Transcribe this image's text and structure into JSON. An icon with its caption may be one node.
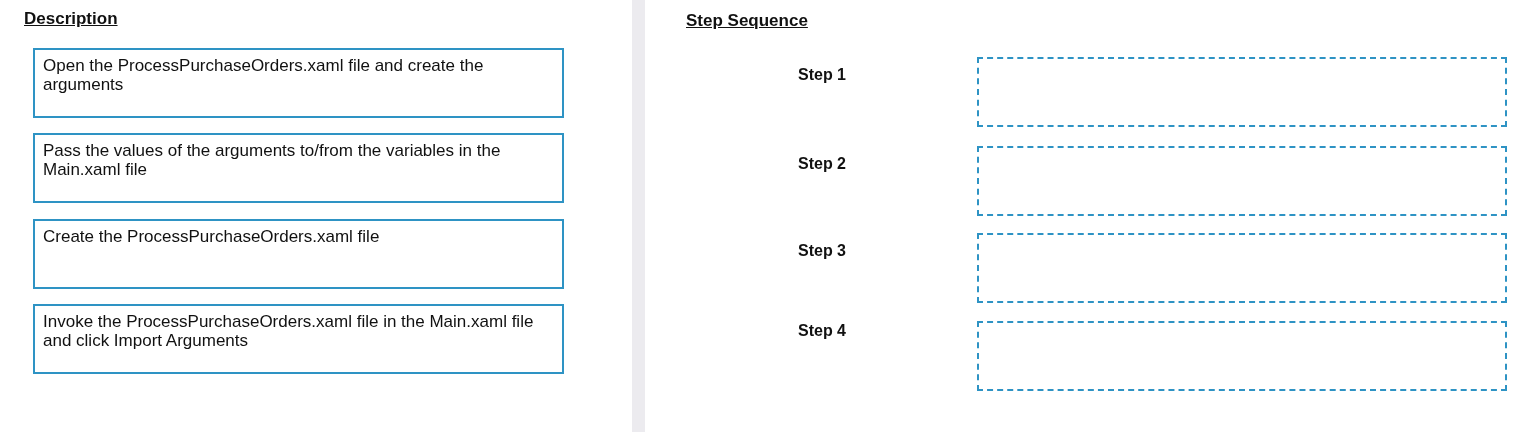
{
  "diagram": {
    "nodes": [
      {
        "text": [
          "Open the ProcessPurchaseOrders.xaml file and create the arguments"
        ]
      },
      {
        "text": [
          "Pass the values of the arguments to/from the variables in the Main.xaml file"
        ]
      },
      {
        "text": [
          "Create the ProcessPurchaseOrders.xaml file"
        ]
      },
      {
        "text": [
          "Invoke the ProcessPurchaseOrders.xaml file in the Main.xaml file and click Import Arguments"
        ]
      },
      {
        "text": [],
        "shape": "box"
      },
      {
        "text": [],
        "shape": "box"
      },
      {
        "text": [],
        "shape": "box"
      },
      {
        "text": [],
        "shape": "box"
      }
    ],
    "labels": [
      "Description",
      "Step Sequence",
      "Step 1",
      "Step 2",
      "Step 3",
      "Step 4"
    ]
  }
}
